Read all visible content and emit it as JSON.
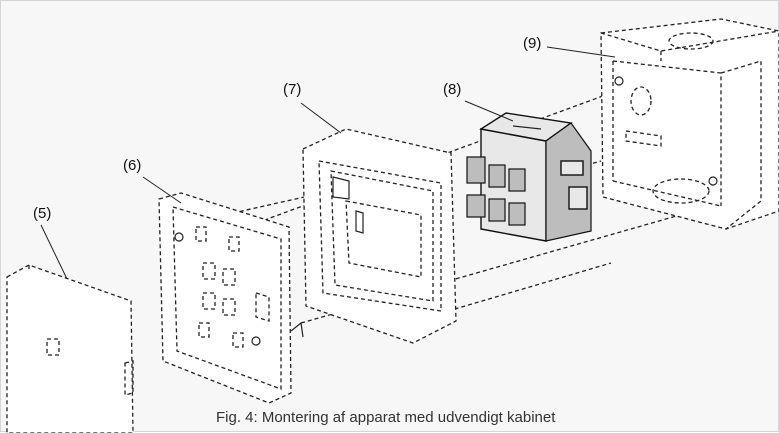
{
  "figure": {
    "caption": "Fig. 4: Montering af apparat med udvendigt kabinet",
    "parts": [
      {
        "id": "5",
        "label": "(5)"
      },
      {
        "id": "6",
        "label": "(6)"
      },
      {
        "id": "7",
        "label": "(7)"
      },
      {
        "id": "8",
        "label": "(8)"
      },
      {
        "id": "9",
        "label": "(9)"
      }
    ]
  }
}
